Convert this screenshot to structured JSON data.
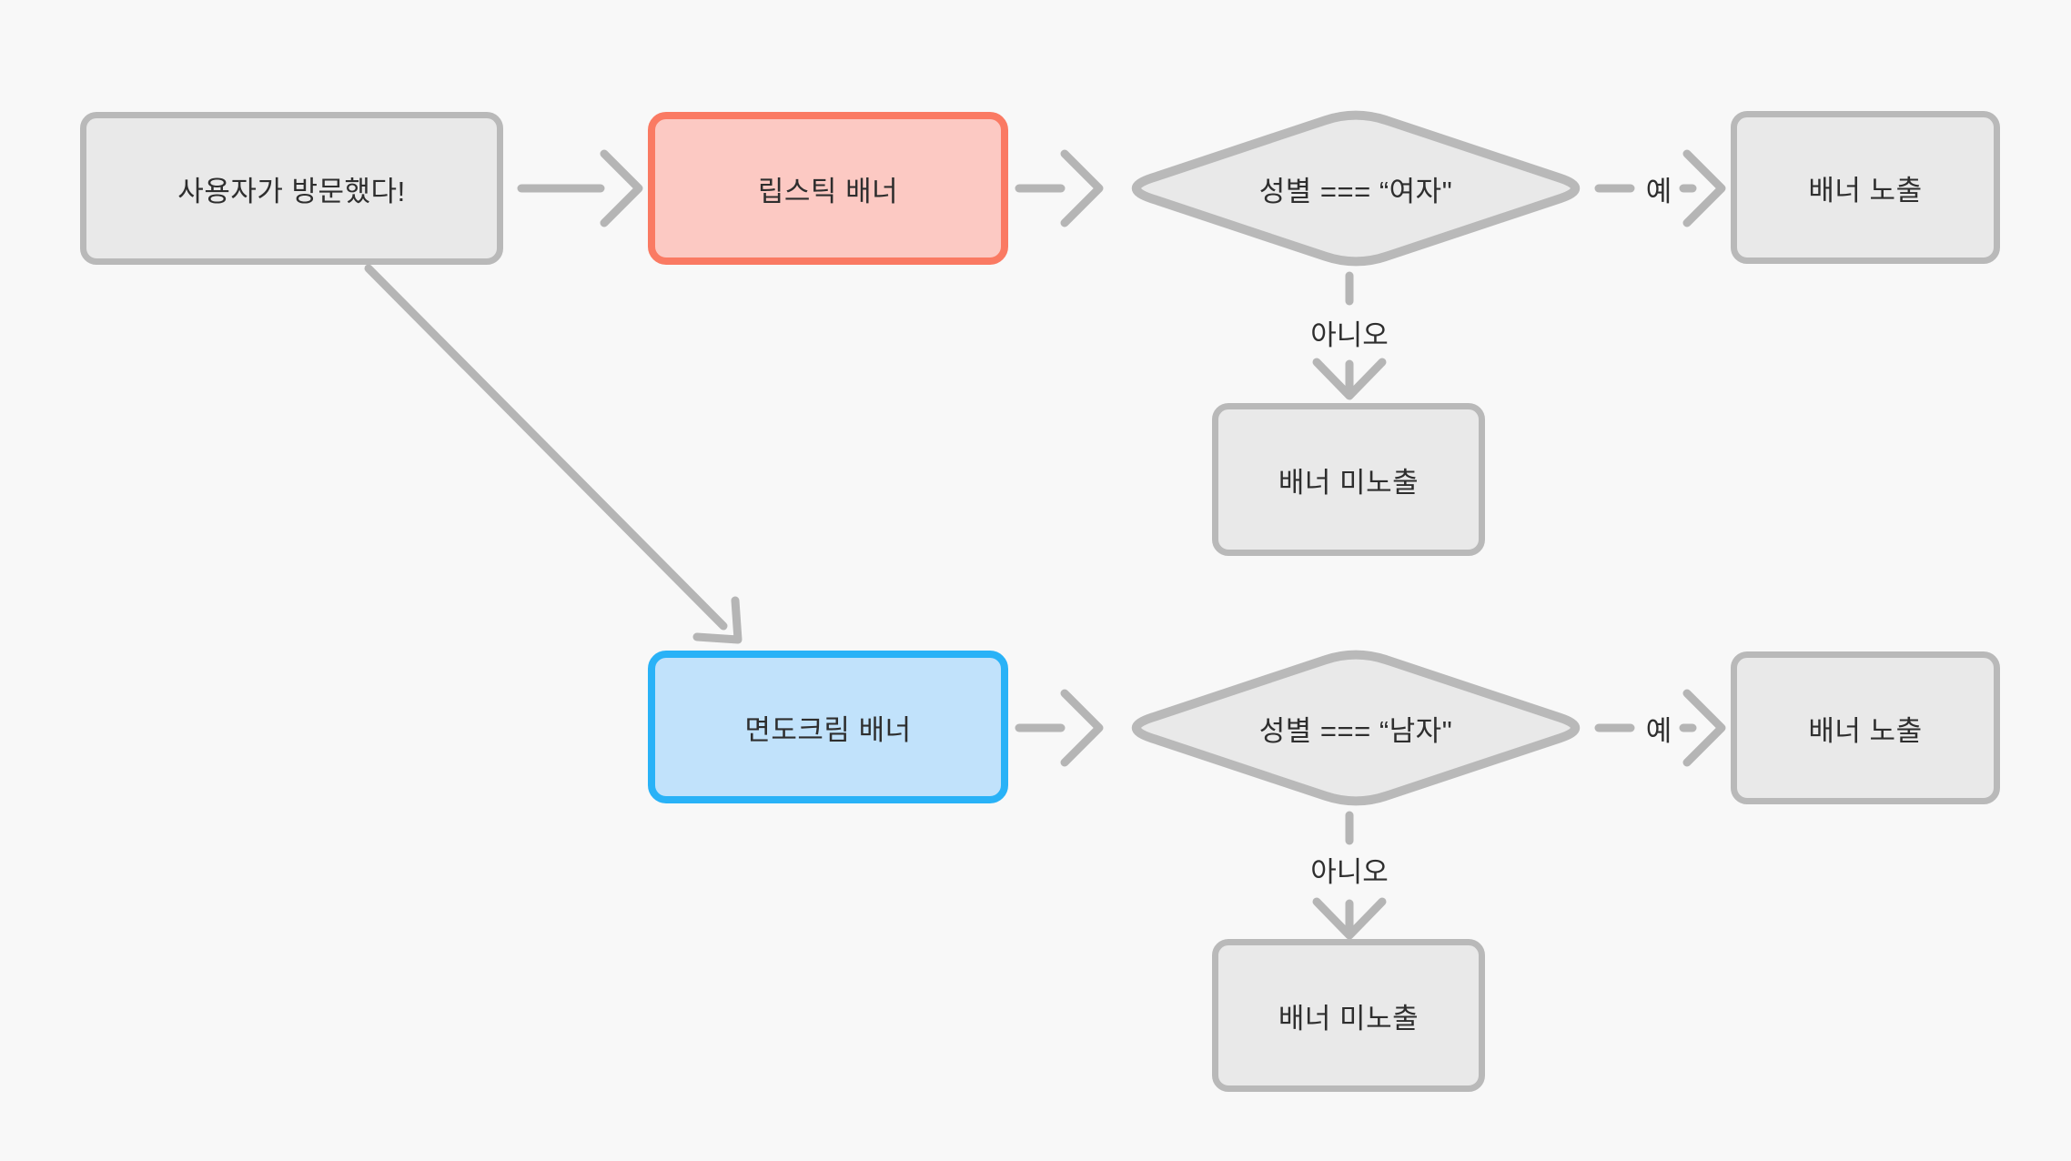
{
  "diagram": {
    "title_implied": "banner exposure decision flowchart",
    "background": "#f8f8f8",
    "colors": {
      "node_fill": "#e9e9e9",
      "node_border": "#b9b9b9",
      "connector": "#b5b5b5",
      "text": "#2e2e2e",
      "red_border": "#fa7a63",
      "red_fill": "#fcc9c3",
      "blue_border": "#29b2f7",
      "blue_fill": "#c1e2fb"
    },
    "nodes": {
      "start": {
        "label": "사용자가 방문했다!",
        "type": "process",
        "variant": "gray"
      },
      "lipstick_banner": {
        "label": "립스틱 배너",
        "type": "process",
        "variant": "red"
      },
      "gender_female_check": {
        "label": "성별 === “여자\"",
        "type": "decision",
        "variant": "gray"
      },
      "banner_shown_top": {
        "label": "배너 노출",
        "type": "process",
        "variant": "gray"
      },
      "banner_hidden_top": {
        "label": "배너 미노출",
        "type": "process",
        "variant": "gray"
      },
      "shaving_cream_banner": {
        "label": "면도크림 배너",
        "type": "process",
        "variant": "blue"
      },
      "gender_male_check": {
        "label": "성별 === “남자\"",
        "type": "decision",
        "variant": "gray"
      },
      "banner_shown_bottom": {
        "label": "배너 노출",
        "type": "process",
        "variant": "gray"
      },
      "banner_hidden_bottom": {
        "label": "배너 미노출",
        "type": "process",
        "variant": "gray"
      }
    },
    "edge_labels": {
      "female_yes": "예",
      "female_no": "아니오",
      "male_yes": "예",
      "male_no": "아니오"
    },
    "edges": [
      {
        "from": "start",
        "to": "lipstick_banner",
        "label": ""
      },
      {
        "from": "start",
        "to": "shaving_cream_banner",
        "label": ""
      },
      {
        "from": "lipstick_banner",
        "to": "gender_female_check",
        "label": ""
      },
      {
        "from": "gender_female_check",
        "to": "banner_shown_top",
        "label": "예"
      },
      {
        "from": "gender_female_check",
        "to": "banner_hidden_top",
        "label": "아니오"
      },
      {
        "from": "shaving_cream_banner",
        "to": "gender_male_check",
        "label": ""
      },
      {
        "from": "gender_male_check",
        "to": "banner_shown_bottom",
        "label": "예"
      },
      {
        "from": "gender_male_check",
        "to": "banner_hidden_bottom",
        "label": "아니오"
      }
    ]
  }
}
